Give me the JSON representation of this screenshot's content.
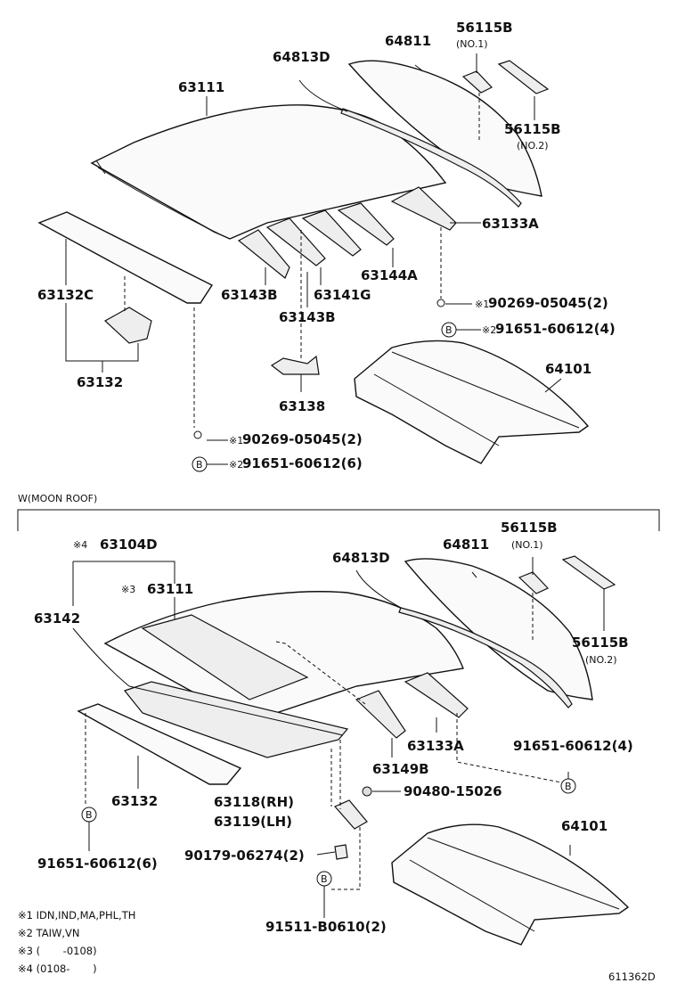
{
  "section_top": {
    "parts": {
      "p56115b_1": "56115B",
      "p56115b_1_sub": "(NO.1)",
      "p64811": "64811",
      "p64813d": "64813D",
      "p63111": "63111",
      "p56115b_2": "56115B",
      "p56115b_2_sub": "(NO.2)",
      "p63133a": "63133A",
      "p63144a": "63144A",
      "p63143b_1": "63143B",
      "p63141g": "63141G",
      "p63143b_2": "63143B",
      "p63132c": "63132C",
      "p63132": "63132",
      "p63138": "63138",
      "p64101": "64101",
      "f1_mark": "※1",
      "f1_num": "90269-05045(2)",
      "f2_mark": "※2",
      "f2_num": "91651-60612(4)",
      "f3_mark": "※1",
      "f3_num": "90269-05045(2)",
      "f4_mark": "※2",
      "f4_num": "91651-60612(6)",
      "b_marker": "B"
    }
  },
  "section_moonroof": {
    "title": "W(MOON ROOF)",
    "parts": {
      "p63104d_mark": "※4",
      "p63104d": "63104D",
      "p63111_mark": "※3",
      "p63111": "63111",
      "p63142": "63142",
      "p64813d": "64813D",
      "p64811": "64811",
      "p56115b_1": "56115B",
      "p56115b_1_sub": "(NO.1)",
      "p56115b_2": "56115B",
      "p56115b_2_sub": "(NO.2)",
      "p63133a": "63133A",
      "p63149b": "63149B",
      "p91651_4": "91651-60612(4)",
      "p63132": "63132",
      "p63118": "63118(RH)",
      "p63119": "63119(LH)",
      "p90480": "90480-15026",
      "p90179": "90179-06274(2)",
      "p91651_6": "91651-60612(6)",
      "p91511": "91511-B0610(2)",
      "p64101": "64101",
      "b_marker": "B"
    }
  },
  "footnotes": {
    "n1": "※1 IDN,IND,MA,PHL,TH",
    "n2": "※2 TAIW,VN",
    "n3": "※3 (       -0108)",
    "n4": "※4 (0108-       )"
  },
  "diagram_id": "611362D"
}
